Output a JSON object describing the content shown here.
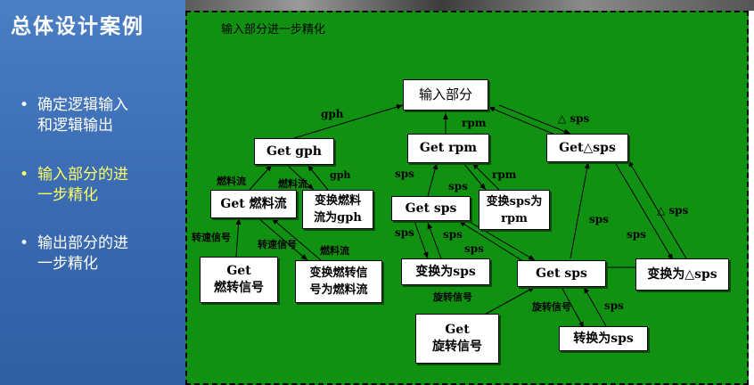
{
  "slide": {
    "title": "总体设计案例"
  },
  "sidebar": {
    "items": [
      {
        "bullet": "•",
        "label": "确定逻辑输入\n和逻辑输出",
        "color": "#ffffff"
      },
      {
        "bullet": "•",
        "label": "输入部分的进\n一步精化",
        "color": "#ffff66"
      },
      {
        "bullet": "•",
        "label": "输出部分的进\n一步精化",
        "color": "#ffffff"
      }
    ]
  },
  "diagram": {
    "title": "输入部分进一步精化",
    "colors": {
      "panel": "#119111",
      "box": "#ffffff",
      "line": "#000000"
    },
    "nodes": {
      "input_part": "输入部分",
      "get_gph": "Get gph",
      "get_rpm": "Get rpm",
      "get_dsps": "Get△sps",
      "get_fuel_flow": "Get 燃料流",
      "convert_fuel_flow": "变换燃料\n流为gph",
      "get_sps_bar": "Get sps",
      "convert_sps_rpm": "变换sps为\nrpm",
      "get_fuel_rotation_signal": "Get\n燃转信号",
      "convert_fuel_rotation_signal": "变换燃转信\n号为燃料流",
      "convert_to_sps_bar": "变换为sps",
      "get_sps": "Get   sps",
      "convert_to_dsps": "变换为△sps",
      "get_rotation_signal": "Get\n旋转信号",
      "convert_to_sps": "转换为sps"
    },
    "labels": {
      "gph_1": "gph",
      "rpm_1": "rpm",
      "dsps_1": "△ sps",
      "fuel_flow_1": "燃料流",
      "fuel_flow_2": "燃料流",
      "gph_2": "gph",
      "sps_1": "sps",
      "sps_2": "sps",
      "rpm_2": "rpm",
      "sps_3": "sps",
      "sps_4": "sps",
      "dsps_2": "△ sps",
      "sps_5": "sps",
      "sps_6": "sps",
      "sps_7": "sps",
      "rot_speed_1": "转速信号",
      "rot_speed_2": "转速信号",
      "fuel_flow_3": "燃料流",
      "rotation_1": "旋转信号",
      "rotation_2": "旋转信号",
      "sps_8": "sps"
    }
  }
}
